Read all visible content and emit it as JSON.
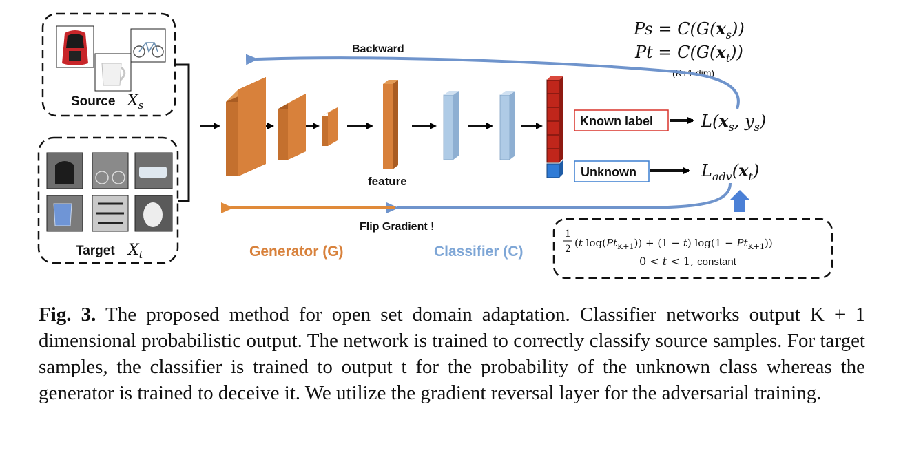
{
  "source_box": {
    "label": "Source",
    "var": "X",
    "sub": "s"
  },
  "target_box": {
    "label": "Target",
    "var": "X",
    "sub": "t"
  },
  "formulas": {
    "ps": "Ps = C(G(x_s))",
    "pt": "Pt = C(G(x_t))",
    "dim_note": "(K+1 dim)"
  },
  "labels": {
    "backward": "Backward",
    "feature": "feature",
    "flip_gradient": "Flip Gradient !",
    "generator": "Generator (G)",
    "classifier": "Classifier (C)",
    "known_label": "Known label",
    "unknown": "Unknown",
    "loss_known": "L(x_s, y_s)",
    "loss_adv": "L_adv(x_t)"
  },
  "adv_box": {
    "line1": "1/2 (t log(Pt_{K+1})) + (1 − t) log(1 − Pt_{K+1}))",
    "line2": "0 < t < 1,  constant"
  },
  "caption": {
    "prefix": "Fig. 3.",
    "text": "The proposed method for open set domain adaptation. Classifier networks output K + 1 dimensional probabilistic output. The network is trained to correctly classify source samples. For target samples, the classifier is trained to output t for the probability of the unknown class whereas the generator is trained to deceive it. We utilize the gradient reversal layer for the adversarial training."
  },
  "colors": {
    "generator": "#D8813B",
    "generator_dark": "#A95C22",
    "classifier": "#AFCBE6",
    "classifier_dark": "#7E9FC2",
    "output_red": "#C0261B",
    "output_blue": "#2F7BD6",
    "backward_arrow": "#6F94CC",
    "flip_arrow": "#E08A3A",
    "known_border": "#D9332B",
    "unknown_border": "#3C7FD0",
    "generator_text": "#D8813B",
    "classifier_text": "#7EA6D6"
  }
}
